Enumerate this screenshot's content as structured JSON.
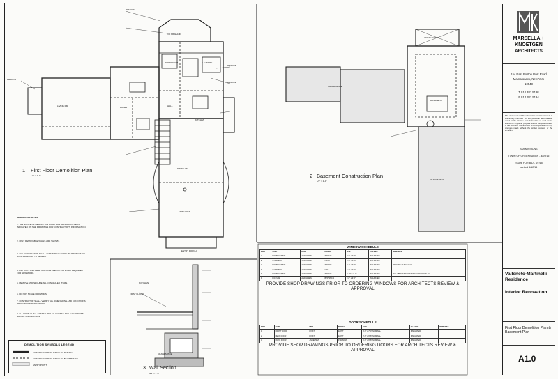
{
  "drawing_1": {
    "number": "1",
    "title": "First Floor Demolition Plan",
    "scale": "1/4\" = 1'-0\"",
    "rooms": [
      "STORAGE",
      "LAUNDRY",
      "POWDER RM.",
      "LIVING RM.",
      "FOYER",
      "HALL",
      "KITCHEN",
      "DINING RM.",
      "FAMILY RM.",
      "ENTRY PORCH"
    ],
    "remove_tag": "REMOVE",
    "notes_title": "DEMOLITION NOTES:",
    "notes": [
      "1. THE SCOPE OF DEMOLITION WORK HAS GENERALLY BEEN INDICATED ON THE DRAWINGS FOR CONTRACTOR'S INFORMATION.",
      "2. ONLY REMOVABLE WALLS ARE SHOWN.",
      "3. THE CONTRACTOR SHALL TAKE SPECIAL CARE TO PROTECT ALL EXISTING WORK TO REMAIN.",
      "4. ANY CUTS AND PENETRATIONS IN EXISTING WORK REQUIRED FOR NEW WORK.",
      "5. REMOVE AND SECURE ALL CONCEALED ITEMS.",
      "6. DO NOT SCALE DRAWINGS.",
      "7. CONTRACTOR SHALL VERIFY ALL DIMENSIONS AND CONDITIONS PRIOR TO STARTING WORK.",
      "8. ALL WORK SHALL COMPLY WITH ALL CODES AND AUTHORITIES HAVING JURISDICTION."
    ]
  },
  "legend": {
    "title": "DEMOLITION SYMBOLS LEGEND",
    "items": [
      "EXISTING CONSTRUCTION TO REMAIN",
      "EXISTING CONSTRUCTION TO BE REMOVED",
      "ENTRY POINT"
    ]
  },
  "drawing_2": {
    "number": "2",
    "title": "Basement Construction Plan",
    "scale": "1/4\" = 1'-0\"",
    "rooms": [
      "UNEXCAVATED",
      "CRAWLSPACE",
      "BASEMENT",
      "CRAWLSPACE"
    ]
  },
  "drawing_3": {
    "number": "3",
    "title": "Wall Section",
    "scale": "3/4\" = 1'-0\"",
    "labels": [
      "KITCHEN",
      "CRAWLSPACE",
      "FIRST FLOOR"
    ]
  },
  "window_schedule": {
    "title": "WINDOW SCHEDULE",
    "headers": [
      "SYM",
      "TYPE",
      "MFR",
      "MODEL",
      "SIZE",
      "GLAZING",
      "REMARKS"
    ],
    "rows": [
      [
        "A",
        "DOUBLE HUNG",
        "ANDERSEN",
        "TW2442",
        "2'-6\" x 4'-4\"",
        "INSULATED",
        ""
      ],
      [
        "B",
        "CASEMENT",
        "ANDERSEN",
        "CW24",
        "2'-0\" x 4'-0\"",
        "INSULATED",
        ""
      ],
      [
        "C",
        "DOUBLE HUNG",
        "ANDERSEN",
        "TW2032",
        "2'-2\" x 3'-5\"",
        "INSULATED",
        "PROVIDE CHECK RAIL"
      ],
      [
        "D",
        "CASEMENT",
        "ANDERSEN",
        "CX14",
        "1'-8\" x 4'-0\"",
        "INSULATED",
        ""
      ],
      [
        "E",
        "DOUBLE HUNG",
        "ANDERSEN",
        "TW2842",
        "2'-10\" x 4'-4\"",
        "INSULATED",
        "WALL BRICKS TOGETHER HORIZONTALLY"
      ],
      [
        "F",
        "PICTURE",
        "ANDERSEN",
        "BPPW6044",
        "5'-0\" x 3'-6\"",
        "INSULATED",
        ""
      ]
    ]
  },
  "notice_windows": "PROVIDE SHOP DRAWINGS PRIOR TO ORDERING WINDOWS FOR ARCHITECTS REVIEW & APPROVAL",
  "door_schedule": {
    "title": "DOOR SCHEDULE",
    "headers": [
      "SYM",
      "TYPE",
      "MFR",
      "MODEL",
      "SIZE",
      "GLAZING",
      "REMARKS"
    ],
    "rows": [
      [
        "1",
        "FRONT DOOR",
        "EXIST",
        "EXIST",
        "3'-0\" x 7'-0\" NOMINAL",
        "INSULATED",
        ""
      ],
      [
        "2",
        "DECK DOOR",
        "EXIST",
        "EXIST",
        "2'-8\" x 6'-8\" NOMINAL",
        "INSULATED",
        ""
      ],
      [
        "3",
        "PATIO DOOR",
        "ANDERSEN",
        "FWH6068",
        "6'-0\" x 6'-8\" NOMINAL",
        "INSULATED",
        ""
      ]
    ]
  },
  "notice_doors": "PROVIDE SHOP DRAWINGS PRIOR TO ORDERING DOORS FOR ARCHITECTS REVIEW & APPROVAL",
  "title_block": {
    "firm_line1": "MARSELLA +",
    "firm_line2": "KNOETGEN",
    "firm_line3": "ARCHITECTS",
    "address1": "154 East Boston Post Road",
    "address2": "Mamaroneck, New York",
    "address3": "10543",
    "phone": "T 914.381.5198",
    "fax": "F 914.381.5194",
    "copyright": "This document and the information contained herein is specifically intended for the particular and location noted on the title line and shall not be re-used and/or altered for any other purpose without the prior consent of the architect. The architect is not responsible for any changes made without the written consent of the architect.",
    "submissions_label": "SUBMISSIONS",
    "submission1": "TOWN OF GREENBURGH - 4/29/15",
    "submission2": "ISSUE FOR BID - 5/7/15",
    "submission3": "revised 6/12/15",
    "client": "Valleneto-Martinelli Residence",
    "project": "Interior Renovation",
    "sheet_title": "First Floor Demolition Plan & Basement Plan",
    "sheet_number": "A1.0"
  }
}
